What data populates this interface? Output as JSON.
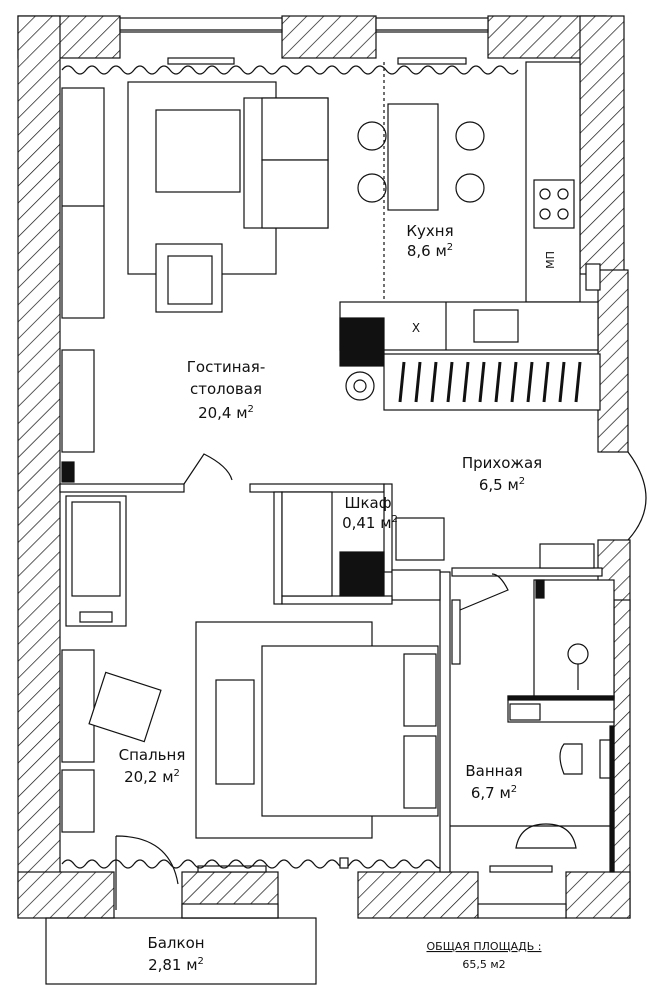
{
  "rooms": {
    "kitchen": {
      "name": "Кухня",
      "area": "8,6 м",
      "sup": "2"
    },
    "living_line1": "Гостиная-",
    "living_line2": "столовая",
    "living_area": {
      "area": "20,4 м",
      "sup": "2"
    },
    "hall": {
      "name": "Прихожая",
      "area": "6,5 м",
      "sup": "2"
    },
    "closet": {
      "name": "Шкаф",
      "area": "0,41 м",
      "sup": "2"
    },
    "bedroom": {
      "name": "Спальня",
      "area": "20,2 м",
      "sup": "2"
    },
    "bathroom": {
      "name": "Ванная",
      "area": "6,7 м",
      "sup": "2"
    },
    "balcony": {
      "name": "Балкон",
      "area": "2,81 м",
      "sup": "2"
    }
  },
  "marks": {
    "mp": "МП",
    "x": "X"
  },
  "total": {
    "label": "ОБЩАЯ ПЛОЩАДЬ :",
    "value": "65,5 м2"
  },
  "colors": {
    "line": "#111111",
    "fill": "#111111",
    "background": "#ffffff"
  }
}
